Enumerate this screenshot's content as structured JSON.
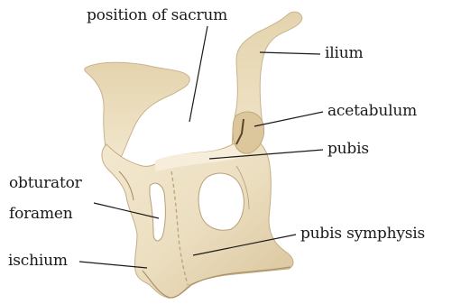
{
  "labels": {
    "sacrum": "position of sacrum",
    "ilium": "ilium",
    "acetabulum": "acetabulum",
    "pubis": "pubis",
    "obturator_line1": "obturator",
    "obturator_line2": "foramen",
    "pubis_symphysis": "pubis symphysis",
    "ischium": "ischium"
  }
}
